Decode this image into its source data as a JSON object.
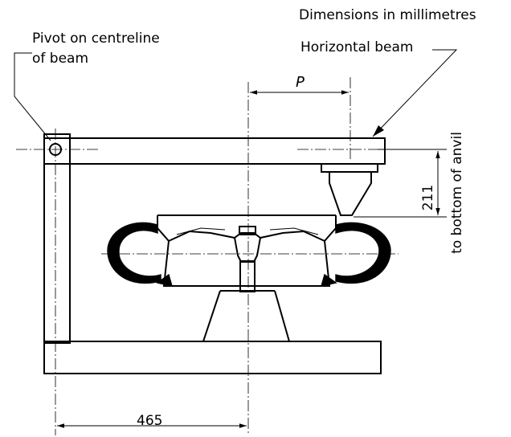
{
  "units_note": "Dimensions in millimetres",
  "labels": {
    "pivot_line1": "Pivot on centreline",
    "pivot_line2": "of beam",
    "horizontal_beam": "Horizontal beam",
    "dim_p": "P",
    "dim_211": "211",
    "to_bottom_of_anvil": "to bottom of anvil",
    "dim_465": "465"
  }
}
